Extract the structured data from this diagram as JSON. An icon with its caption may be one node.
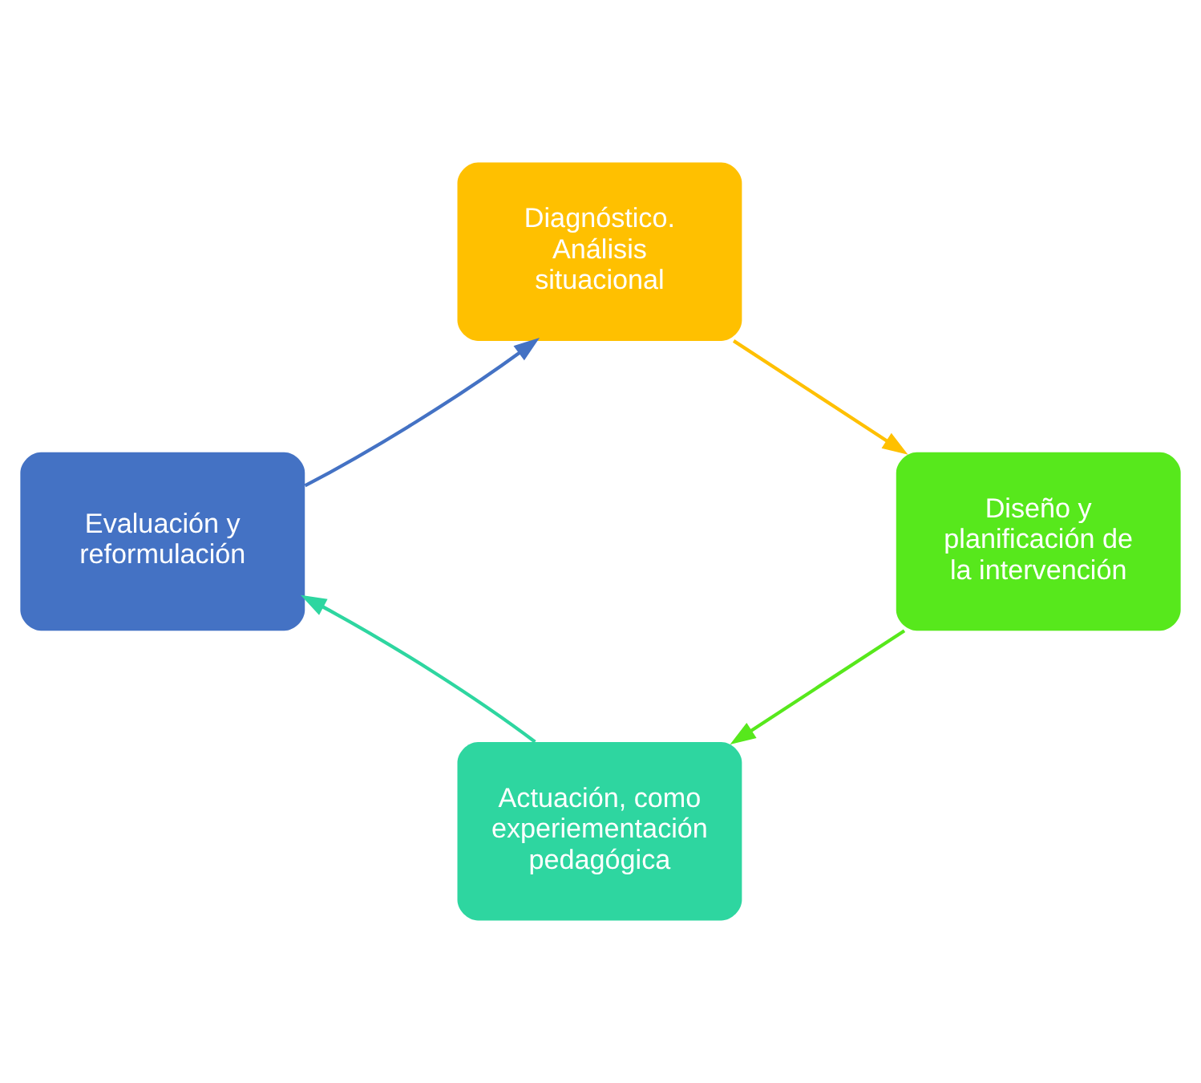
{
  "diagram": {
    "nodes": [
      {
        "text": [
          "Diagnóstico. Análisis situacional"
        ]
      },
      {
        "text": [
          "Evaluación y reformulación"
        ]
      },
      {
        "text": [
          "Diseño y planificación de la intervención"
        ]
      },
      {
        "text": [
          "Actuación, como experiementación pedagógica"
        ]
      }
    ],
    "edges": [
      {
        "from": 0,
        "to": 2,
        "arrow": "to",
        "color": "#ffc000"
      },
      {
        "from": 2,
        "to": 3,
        "arrow": "to",
        "color": "#57e81c"
      },
      {
        "from": 3,
        "to": 1,
        "arrow": "to",
        "color": "#2ed6a0"
      },
      {
        "from": 1,
        "to": 0,
        "arrow": "to",
        "color": "#4472c4"
      }
    ]
  }
}
